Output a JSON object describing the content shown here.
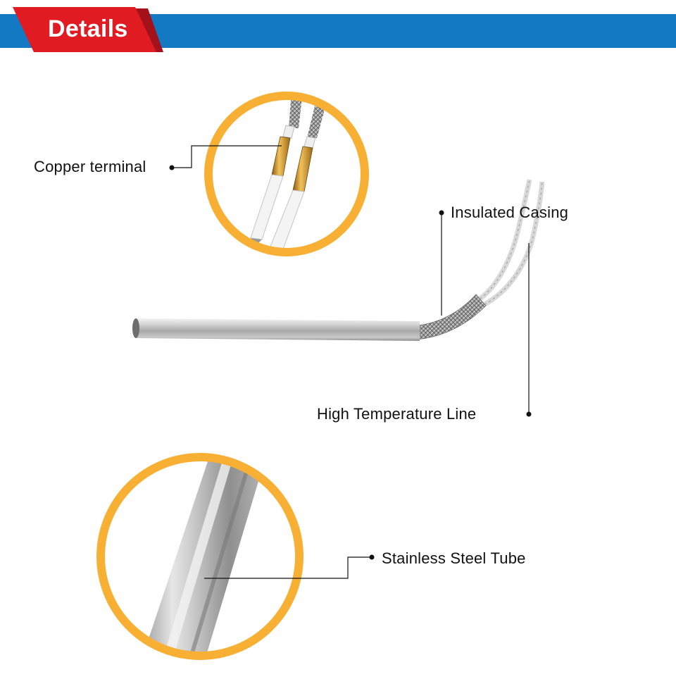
{
  "header": {
    "tab_label": "Details",
    "banner_color": "#1479c3",
    "tab_color": "#e11b22"
  },
  "callouts": {
    "copper_terminal": "Copper terminal",
    "insulated_casing": "Insulated Casing",
    "high_temperature_line": "High Temperature Line",
    "stainless_steel_tube": "Stainless Steel Tube"
  },
  "colors": {
    "ring": "#f7b034",
    "leader": "#111111"
  }
}
